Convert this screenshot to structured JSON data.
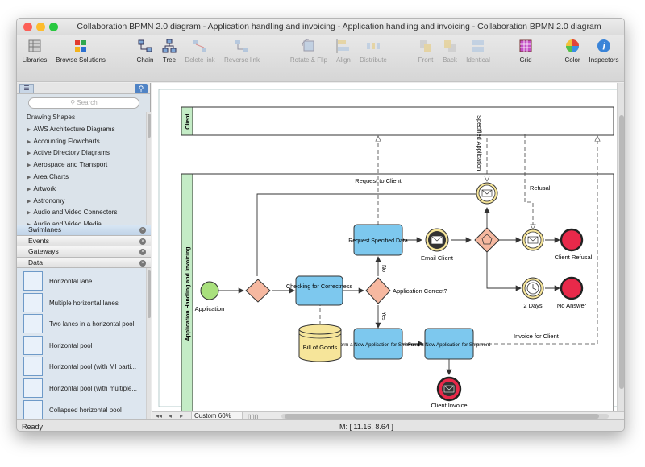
{
  "window": {
    "title": "Collaboration BPMN 2.0 diagram - Application handling and invoicing - Application handling and invoicing - Collaboration BPMN 2.0 diagram"
  },
  "toolbar": {
    "libraries": "Libraries",
    "browse_solutions": "Browse Solutions",
    "chain": "Chain",
    "tree": "Tree",
    "delete_link": "Delete link",
    "reverse_link": "Reverse link",
    "rotate_flip": "Rotate & Flip",
    "align": "Align",
    "distribute": "Distribute",
    "front": "Front",
    "back": "Back",
    "identical": "Identical",
    "grid": "Grid",
    "color": "Color",
    "inspectors": "Inspectors"
  },
  "sidebar": {
    "search_placeholder": "Search",
    "libraries": [
      "Drawing Shapes",
      "AWS Architecture Diagrams",
      "Accounting Flowcharts",
      "Active Directory Diagrams",
      "Aerospace and Transport",
      "Area Charts",
      "Artwork",
      "Astronomy",
      "Audio and Video Connectors",
      "Audio and Video Media"
    ],
    "stencils": [
      "Swimlanes",
      "Events",
      "Gateways",
      "Data"
    ],
    "shapes": [
      "Horizontal lane",
      "Multiple horizontal lanes",
      "Two lanes in a horizontal pool",
      "Horizontal pool",
      "Horizontal pool (with MI parti...",
      "Horizontal pool (with multiple...",
      "Collapsed horizontal pool"
    ]
  },
  "diagram": {
    "pool_client": "Client",
    "pool_main": "Application Handling and Invoicing",
    "start_event": "Application",
    "task_check": "Checking for Correctness",
    "gateway_question": "Application Correct?",
    "label_no": "No",
    "label_yes": "Yes",
    "task_request": "Request Specified Data",
    "event_email": "Email Client",
    "task_form_new": "Form a New Application for Shipment",
    "task_form_new2": "Form a New Application for Shipment",
    "data_store": "Bill of Goods",
    "event_client_invoice": "Client Invoice",
    "label_request_to_client": "Request to Client",
    "label_specified_application": "Specified Application",
    "label_refusal": "Refusal",
    "event_client_refusal": "Client Refusal",
    "event_2days": "2 Days",
    "event_no_answer": "No Answer",
    "label_invoice_for_client": "Invoice for Client"
  },
  "status": {
    "ready": "Ready",
    "zoom": "Custom 60%",
    "coords": "M: [ 11.16, 8.64 ]"
  },
  "colors": {
    "task_fill": "#7dc8ee",
    "gateway_fill": "#f6b8a0",
    "start_fill": "#a9e07d",
    "end_fill": "#e8294a",
    "event_fill": "#f6e59a"
  }
}
